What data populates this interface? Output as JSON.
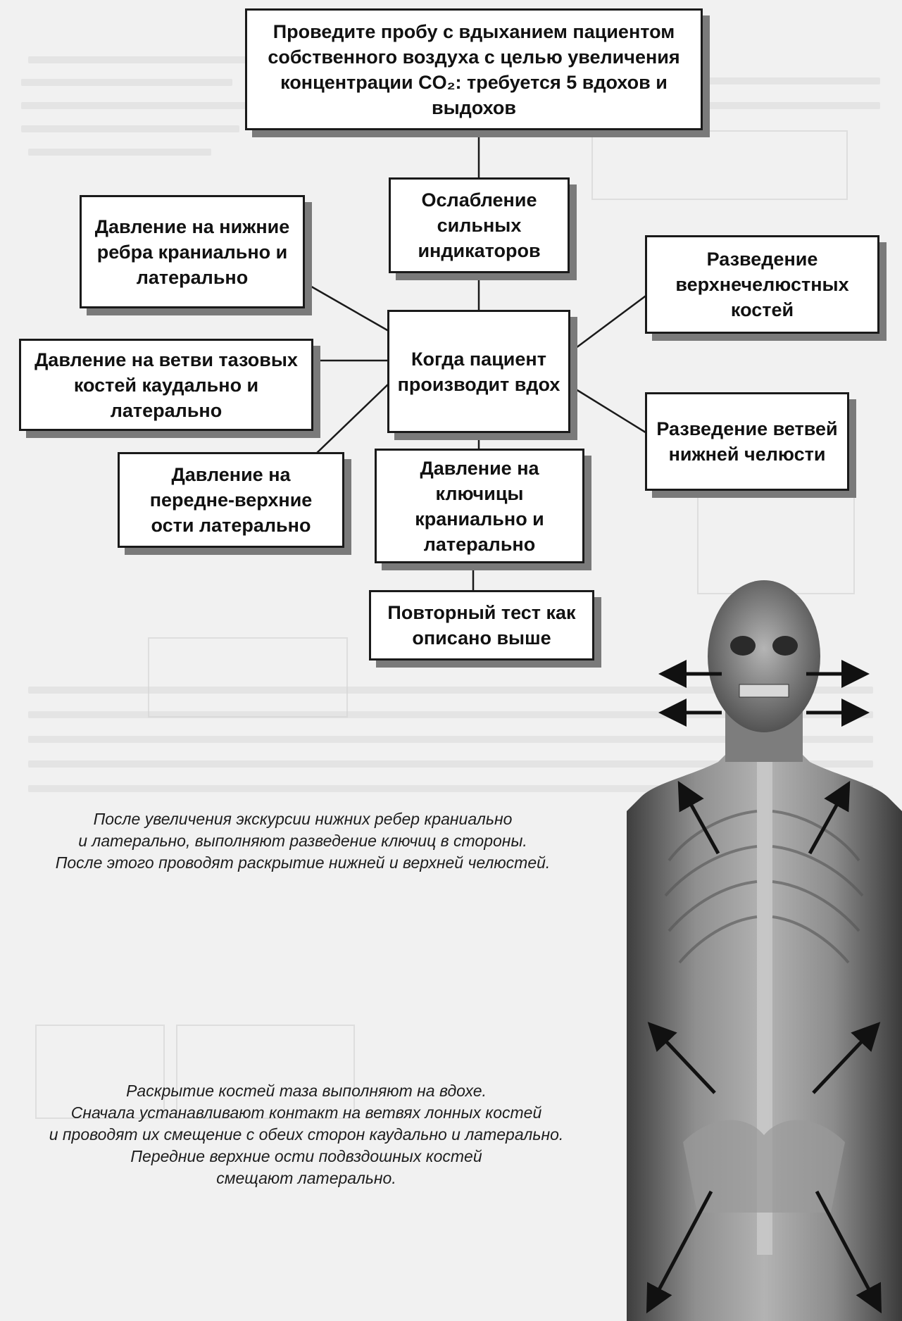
{
  "diagram": {
    "nodes": {
      "top": "Проведите пробу с вдыханием пациентом собственного воздуха с целью увеличения концентрации CO₂: требуется 5 вдохов и выдохов",
      "weak_indicators": "Ослабление сильных индикаторов",
      "lower_ribs": "Давление на нижние ребра краниально и латерально",
      "maxilla": "Разведение верхнечелюстных костей",
      "center": "Когда пациент производит вдох",
      "pelvis_branches": "Давление на ветви тазовых костей каудально и латерально",
      "mandible": "Разведение ветвей нижней челюсти",
      "asis": "Давление на передне-верхние ости латерально",
      "clavicles": "Давление на ключицы краниально и латерально",
      "retest": "Повторный тест как описано выше"
    }
  },
  "captions": {
    "upper": "После увеличения экскурсии нижних ребер краниально\nи латерально, выполняют разведение ключиц в стороны.\nПосле этого проводят раскрытие нижней и верхней челюстей.",
    "lower": "Раскрытие костей таза выполняют на вдохе.\nСначала устанавливают контакт на ветвях лонных костей\nи проводят их смещение с обеих сторон каудально и латерально.\nПередние верхние ости подвздошных костей\nсмещают латерально."
  }
}
